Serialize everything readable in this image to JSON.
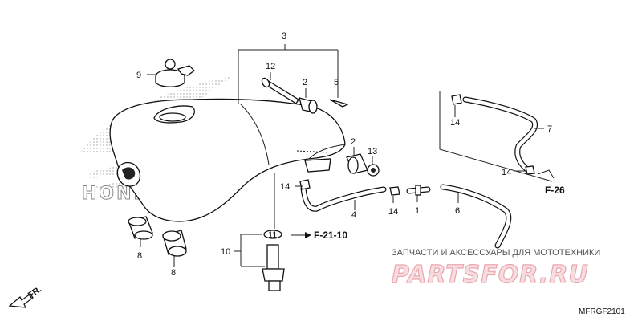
{
  "labels": {
    "p1": "1",
    "p2a": "2",
    "p2b": "2",
    "p3": "3",
    "p4": "4",
    "p5": "5",
    "p6": "6",
    "p7": "7",
    "p8a": "8",
    "p8b": "8",
    "p9": "9",
    "p10": "10",
    "p11": "11",
    "p12": "12",
    "p13": "13",
    "p14a": "14",
    "p14b": "14",
    "p14c": "14",
    "p14d": "14"
  },
  "refs": {
    "f2110": "F-21-10",
    "f26": "F-26"
  },
  "brand_watermark": "HONDA",
  "direction_arrow": "FR.",
  "watermark": {
    "top": "ЗАПЧАСТИ И АКСЕССУАРЫ ДЛЯ МОТОТЕХНИКИ",
    "big": "PARTSFOR.RU"
  },
  "diagram_code": "MFRGF2101",
  "colors": {
    "line": "#111111",
    "watermark_red": "#e9a7b0"
  }
}
